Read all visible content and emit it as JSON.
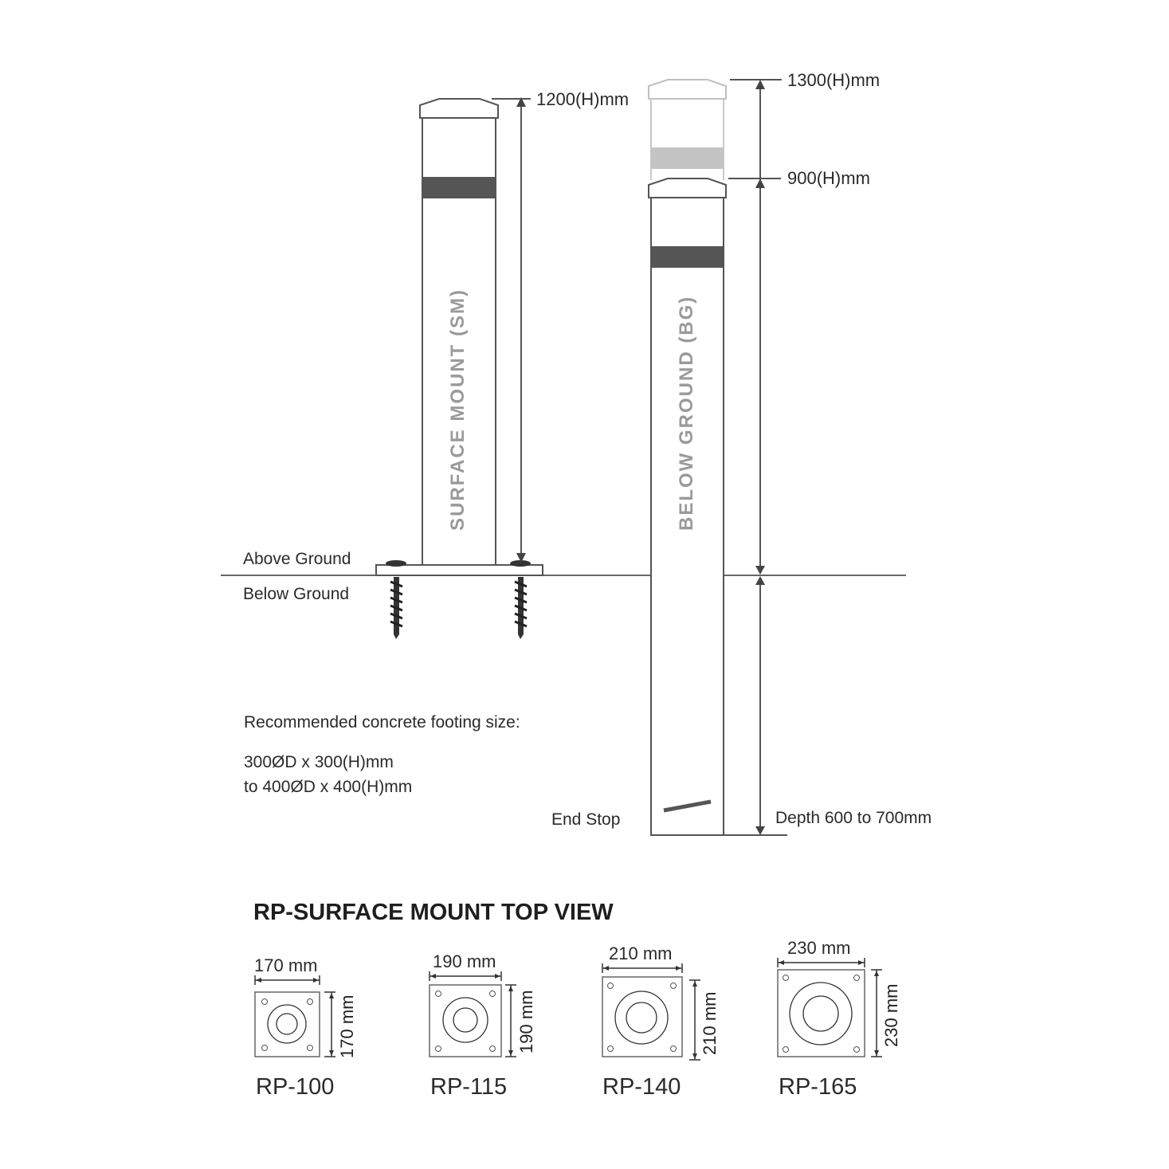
{
  "diagram": {
    "surface_mount": {
      "post_label": "SURFACE MOUNT (SM)",
      "height_label": "1200(H)mm"
    },
    "below_ground": {
      "post_label": "BELOW GROUND (BG)",
      "height_label_tall": "1300(H)mm",
      "height_label_short": "900(H)mm",
      "depth_label": "Depth 600 to 700mm",
      "end_stop_label": "End Stop"
    },
    "ground": {
      "above_label": "Above Ground",
      "below_label": "Below Ground"
    },
    "footing": {
      "heading": "Recommended concrete footing size:",
      "line1": "300ØD x 300(H)mm",
      "line2": "to 400ØD x 400(H)mm"
    },
    "colors": {
      "line": "#555555",
      "band_dark": "#555555",
      "band_light": "#c4c4c4",
      "ghost_outline": "#bdbdbd",
      "label_grey": "#9a9a9a"
    }
  },
  "top_view": {
    "title": "RP-SURFACE MOUNT TOP VIEW",
    "plates": [
      {
        "model": "RP-100",
        "width": "170 mm",
        "height": "170 mm"
      },
      {
        "model": "RP-115",
        "width": "190 mm",
        "height": "190 mm"
      },
      {
        "model": "RP-140",
        "width": "210 mm",
        "height": "210 mm"
      },
      {
        "model": "RP-165",
        "width": "230 mm",
        "height": "230 mm"
      }
    ]
  }
}
